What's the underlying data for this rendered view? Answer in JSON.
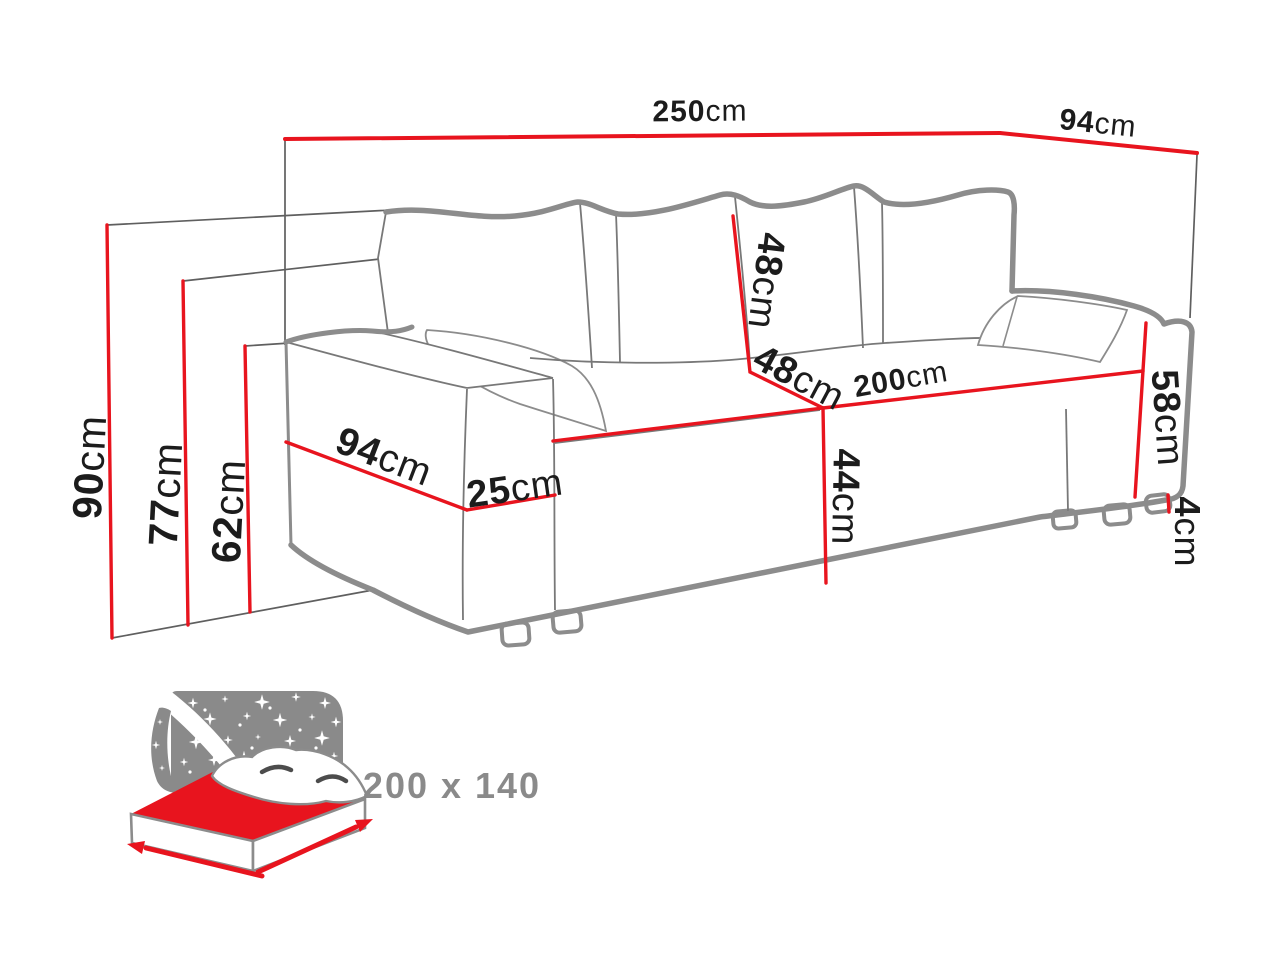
{
  "figure": {
    "type": "sofa dimensions technical diagram",
    "background": "#ffffff"
  },
  "colors": {
    "dimension_line_red": "#e8141e",
    "sketch_gray": "#8c8c8c",
    "thin_line_gray": "#787878",
    "label_text": "#1c1c1c",
    "icon_gray": "#8a8a8a"
  },
  "dimensions": {
    "total_width": {
      "value": "250",
      "unit": "cm"
    },
    "total_depth": {
      "value": "94",
      "unit": "cm"
    },
    "total_height": {
      "value": "90",
      "unit": "cm"
    },
    "backrest_height": {
      "value": "77",
      "unit": "cm"
    },
    "armrest_height": {
      "value": "62",
      "unit": "cm"
    },
    "back_cushion_height": {
      "value": "48",
      "unit": "cm"
    },
    "seat_depth": {
      "value": "48",
      "unit": "cm"
    },
    "seat_width": {
      "value": "200",
      "unit": "cm"
    },
    "armrest_depth": {
      "value": "94",
      "unit": "cm"
    },
    "armrest_width": {
      "value": "25",
      "unit": "cm"
    },
    "seat_height": {
      "value": "44",
      "unit": "cm"
    },
    "side_height": {
      "value": "58",
      "unit": "cm"
    },
    "leg_height": {
      "value": "4",
      "unit": "cm"
    }
  },
  "sleeping_area": {
    "label": "200 x 140",
    "icon": "bed-night-sleeping-area-icon"
  }
}
